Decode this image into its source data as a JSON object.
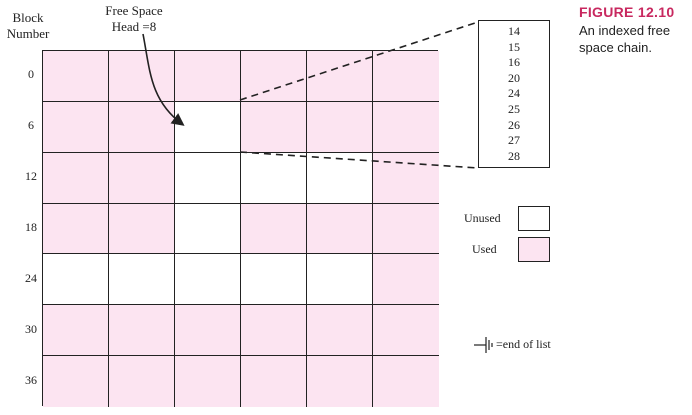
{
  "header": {
    "block_number": "Block\nNumber",
    "free_space_head": "Free Space\nHead =8"
  },
  "grid": {
    "columns": 6,
    "row_labels": [
      "0",
      "6",
      "12",
      "18",
      "24",
      "30",
      "36"
    ],
    "rows": [
      [
        "used",
        "used",
        "used",
        "used",
        "used",
        "used"
      ],
      [
        "used",
        "used",
        "unused",
        "used",
        "used",
        "used"
      ],
      [
        "used",
        "used",
        "unused",
        "unused",
        "unused",
        "used"
      ],
      [
        "used",
        "used",
        "unused",
        "used",
        "used",
        "used"
      ],
      [
        "unused",
        "unused",
        "unused",
        "unused",
        "unused",
        "used"
      ],
      [
        "used",
        "used",
        "used",
        "used",
        "used",
        "used"
      ],
      [
        "used",
        "used",
        "used",
        "used",
        "used",
        "used"
      ]
    ]
  },
  "index_block": [
    "14",
    "15",
    "16",
    "20",
    "24",
    "25",
    "26",
    "27",
    "28"
  ],
  "legend": {
    "unused_label": "Unused",
    "used_label": "Used",
    "end_of_list_text": "=end of list"
  },
  "figure": {
    "title": "FIGURE 12.10",
    "caption": "An indexed free space chain."
  },
  "colors": {
    "used": "#fce4f1",
    "unused": "#ffffff",
    "title": "#c8285f",
    "lines": "#222222"
  }
}
